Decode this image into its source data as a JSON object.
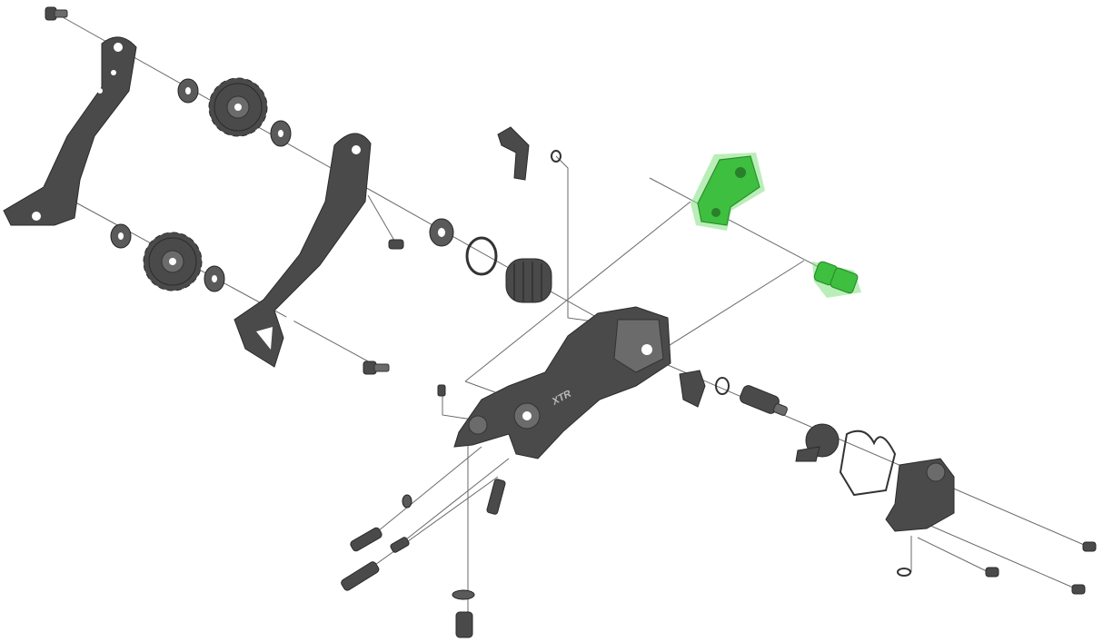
{
  "diagram": {
    "type": "exploded-parts-view",
    "logo_text": "XTR",
    "highlight_color": "#3fbf3f",
    "part_color": "#4a4a4a",
    "highlighted_parts": [
      "adjusting-bracket",
      "bracket-bolt"
    ]
  }
}
